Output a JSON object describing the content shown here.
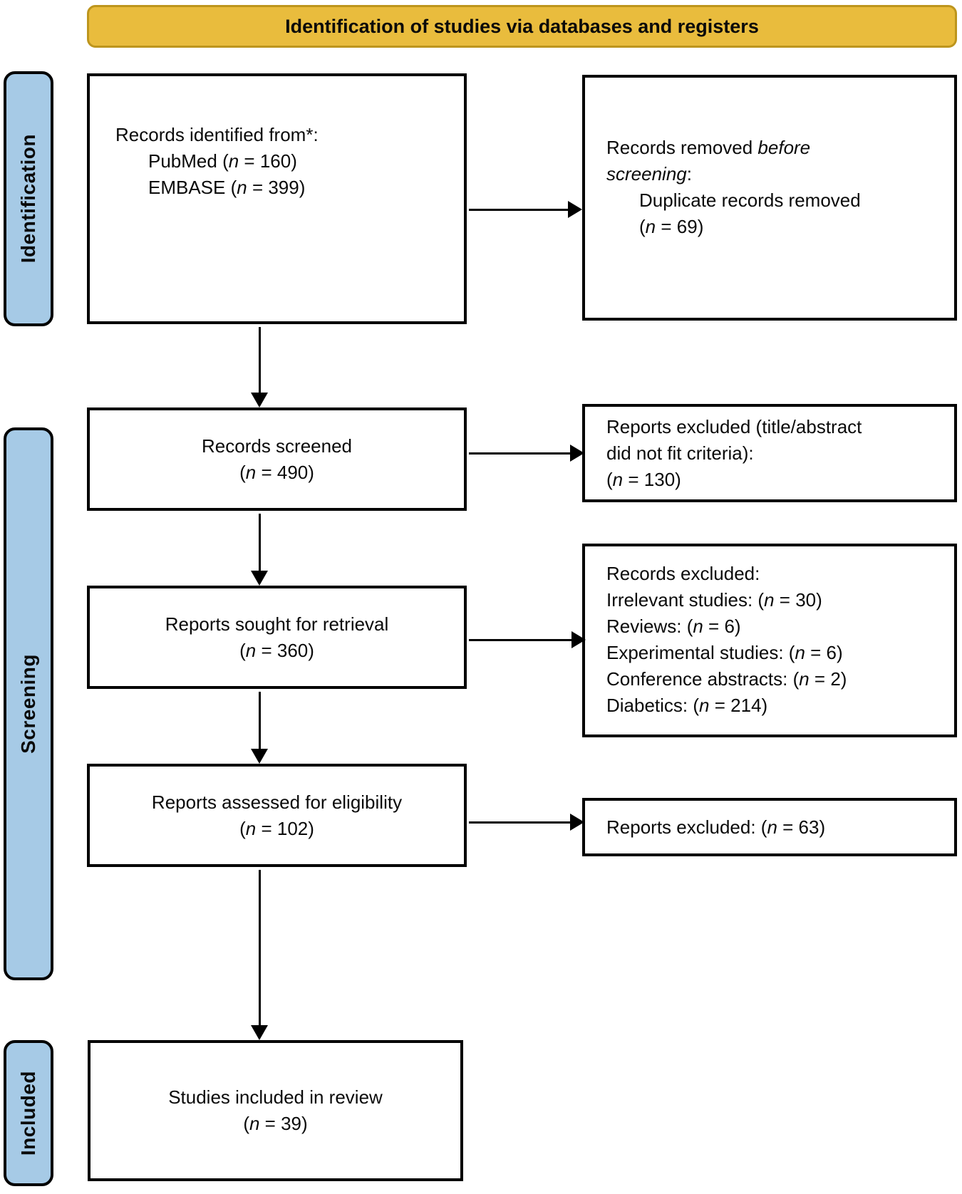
{
  "banner": {
    "title": "Identification of studies via databases and registers"
  },
  "colors": {
    "banner_fill": "#e9bc3d",
    "banner_border": "#bd951d",
    "stage_fill": "#a6cae6",
    "box_border": "#000000"
  },
  "n": "n",
  "sidebar": {
    "identification": "Identification",
    "screening": "Screening",
    "included": "Included"
  },
  "boxes": {
    "records_identified": {
      "title": "Records identified from*:",
      "pubmed_pre": "PubMed (",
      "pubmed_post": " = 160)",
      "embase_pre": "EMBASE (",
      "embase_post": " = 399)"
    },
    "records_removed": {
      "l1_pre": "Records removed ",
      "l1_italic": "before",
      "l2_italic": "screening",
      "l2_post": ":",
      "item": "Duplicate records removed",
      "count_pre": "(",
      "count_post": " = 69)"
    },
    "records_screened": {
      "line1": "Records screened",
      "count_pre": "(",
      "count_post": " = 490)"
    },
    "reports_excluded_screening": {
      "line1": "Reports excluded (title/abstract",
      "line2": "did not fit criteria):",
      "count_pre": "(",
      "count_post": " = 130)"
    },
    "reports_sought": {
      "line1": "Reports sought for retrieval",
      "count_pre": "(",
      "count_post": " = 360)"
    },
    "records_excluded": {
      "title": "Records excluded:",
      "items": [
        {
          "pre": "Irrelevant studies: (",
          "post": " = 30)"
        },
        {
          "pre": "Reviews: (",
          "post": " = 6)"
        },
        {
          "pre": "Experimental studies: (",
          "post": " = 6)"
        },
        {
          "pre": "Conference abstracts: (",
          "post": " = 2)"
        },
        {
          "pre": "Diabetics: (",
          "post": " = 214)"
        }
      ]
    },
    "reports_assessed": {
      "line1": "Reports assessed for eligibility",
      "count_pre": "(",
      "count_post": " = 102)"
    },
    "reports_excluded_eligibility": {
      "pre": "Reports excluded: (",
      "post": " = 63)"
    },
    "studies_included": {
      "line1": "Studies included in review",
      "count_pre": "(",
      "count_post": " = 39)"
    }
  }
}
